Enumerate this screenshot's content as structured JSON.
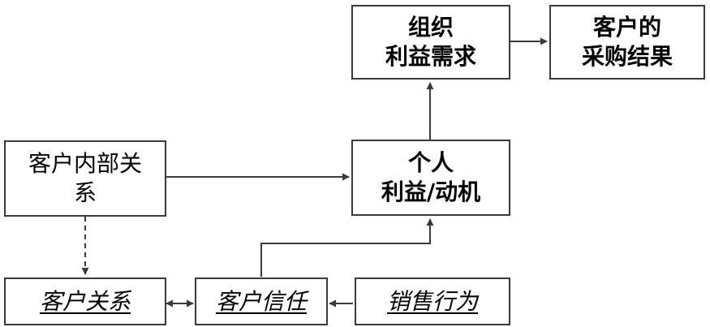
{
  "boxes": {
    "org_needs": {
      "line1": "组织",
      "line2": "利益需求"
    },
    "purchase_result": {
      "line1": "客户的",
      "line2": "采购结果"
    },
    "customer_internal": {
      "line1": "客户内部关",
      "line2": "系"
    },
    "personal_interest": {
      "line1": "个人",
      "line2": "利益/动机"
    },
    "customer_relationship": {
      "label": "客户关系"
    },
    "customer_trust": {
      "label": "客户信任"
    },
    "sales_behavior": {
      "label": "销售行为"
    }
  },
  "colors": {
    "border": "#3a3a3a",
    "line": "#3a3a3a",
    "text": "#000000",
    "background": "#ffffff"
  }
}
